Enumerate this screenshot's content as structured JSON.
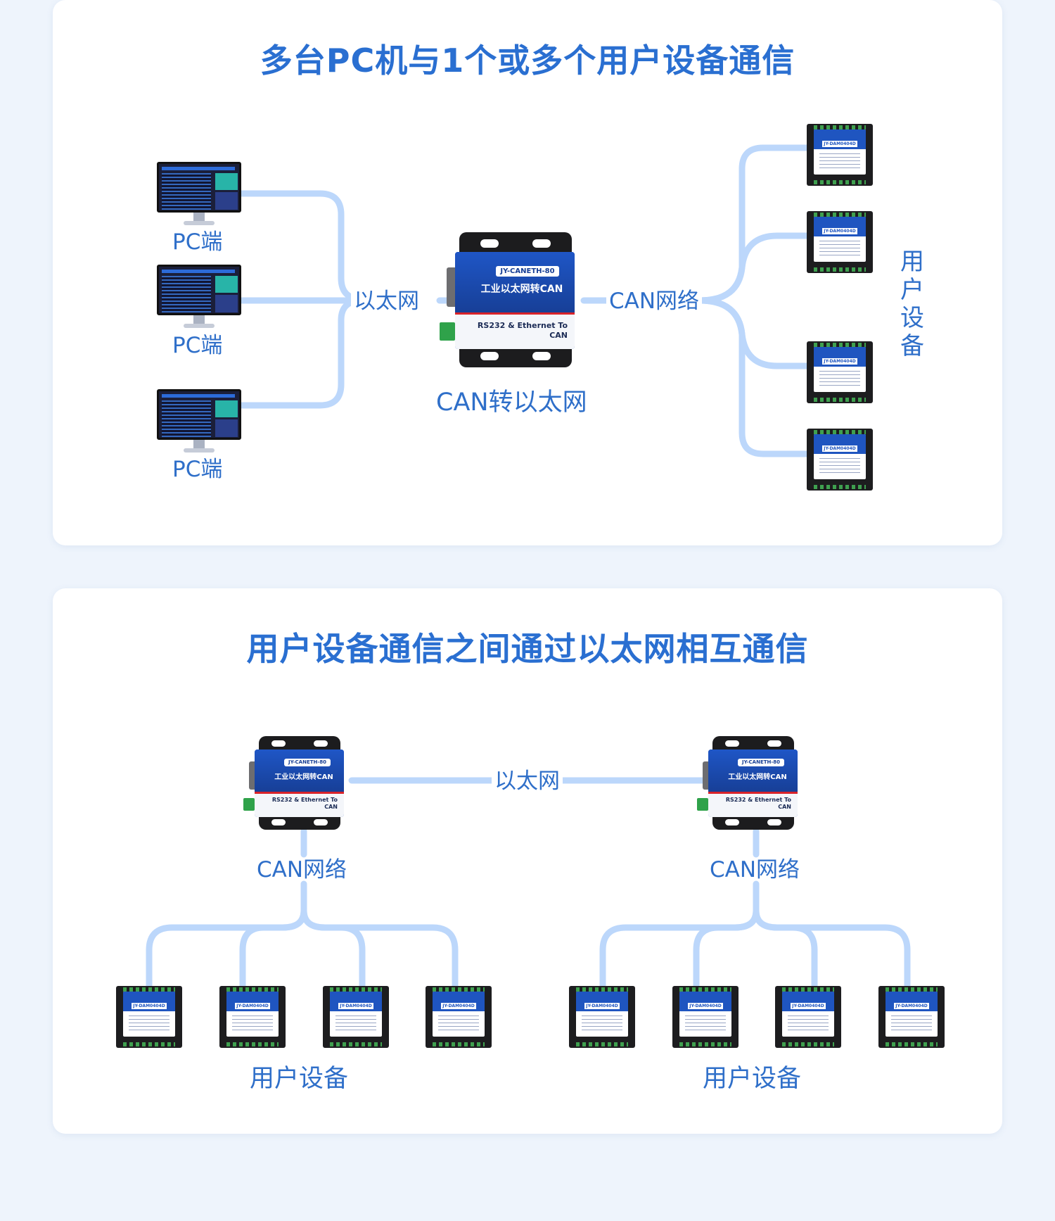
{
  "card1": {
    "title": "多台PC机与1个或多个用户设备通信",
    "pc_label": "PC端",
    "pcs": [
      "PC端",
      "PC端",
      "PC端"
    ],
    "ethernet_label": "以太网",
    "can_network_label": "CAN网络",
    "gateway_caption": "CAN转以太网",
    "user_device_label": "用户设备"
  },
  "card2": {
    "title": "用户设备通信之间通过以太网相互通信",
    "ethernet_label": "以太网",
    "left_can_label": "CAN网络",
    "right_can_label": "CAN网络",
    "left_user_label": "用户设备",
    "right_user_label": "用户设备"
  },
  "gateway": {
    "model": "JY-CANETH-80",
    "title": "工业以太网转CAN",
    "subtitle1": "RS232 & Ethernet To",
    "subtitle2": "CAN"
  },
  "device": {
    "model": "JY-DAM0404D"
  },
  "colors": {
    "accent": "#2a6fd1",
    "line": "#bcd7fb",
    "background": "#eef4fc",
    "card": "#ffffff"
  }
}
